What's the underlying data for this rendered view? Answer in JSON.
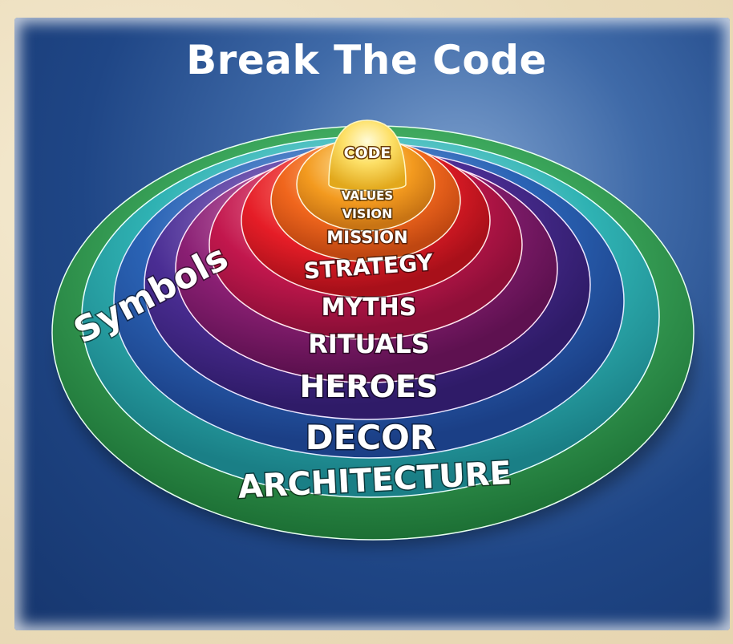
{
  "title": "Break The Code",
  "side_label": "Symbols",
  "layers": [
    {
      "label": "CODE",
      "color": "#f7c92a"
    },
    {
      "label": "VALUES",
      "color": "#f39a1f"
    },
    {
      "label": "VISION",
      "color": "#ee6a1d"
    },
    {
      "label": "MISSION",
      "color": "#e11f2b"
    },
    {
      "label": "STRATEGY",
      "color": "#c0174d"
    },
    {
      "label": "MYTHS",
      "color": "#8e1d6e"
    },
    {
      "label": "RITUALS",
      "color": "#4c2a8a"
    },
    {
      "label": "HEROES",
      "color": "#1f56a6"
    },
    {
      "label": "DECOR",
      "color": "#2aa3a7"
    },
    {
      "label": "ARCHITECTURE",
      "color": "#2f9a4c"
    }
  ]
}
